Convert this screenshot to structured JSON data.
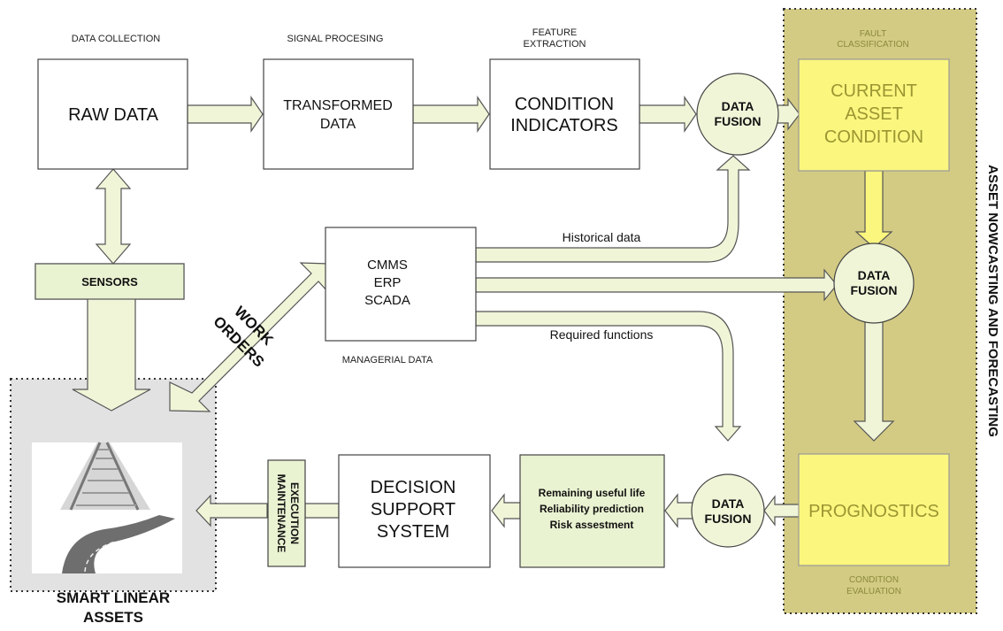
{
  "stages": {
    "data_collection": "DATA COLLECTION",
    "signal_processing": "SIGNAL PROCESING",
    "feature_extraction_1": "FEATURE",
    "feature_extraction_2": "EXTRACTION",
    "fault_classification_1": "FAULT",
    "fault_classification_2": "CLASSIFICATION",
    "condition_evaluation_1": "CONDITION",
    "condition_evaluation_2": "EVALUATION",
    "managerial_data": "MANAGERIAL DATA"
  },
  "boxes": {
    "raw_data": "RAW DATA",
    "transformed_1": "TRANSFORMED",
    "transformed_2": "DATA",
    "condition_1": "CONDITION",
    "condition_2": "INDICATORS",
    "current_1": "CURRENT",
    "current_2": "ASSET",
    "current_3": "CONDITION",
    "cmms_1": "CMMS",
    "cmms_2": "ERP",
    "cmms_3": "SCADA",
    "prognostics": "PROGNOSTICS",
    "dss_1": "DECISION",
    "dss_2": "SUPPORT",
    "dss_3": "SYSTEM",
    "rul_1": "Remaining useful life",
    "rul_2": "Reliability prediction",
    "rul_3": "Risk assestment"
  },
  "fusion": {
    "line1": "DATA",
    "line2": "FUSION"
  },
  "labels": {
    "sensors": "SENSORS",
    "work_1": "WORK",
    "work_2": "ORDERS",
    "historical": "Historical data",
    "required": "Required functions",
    "maint_1": "MAINTENANCE",
    "maint_2": "EXECUTION",
    "smart_1": "SMART LINEAR",
    "smart_2": "ASSETS",
    "vertical": "ASSET NOWCASTING AND FORECASTING"
  },
  "colors": {
    "arrow_fill": "#f0f5d8",
    "yellow_panel": "#d3cb84",
    "yellow_box": "#fbf67e",
    "green_box": "#e9f2d1",
    "gray_panel": "#e2e2e2"
  }
}
